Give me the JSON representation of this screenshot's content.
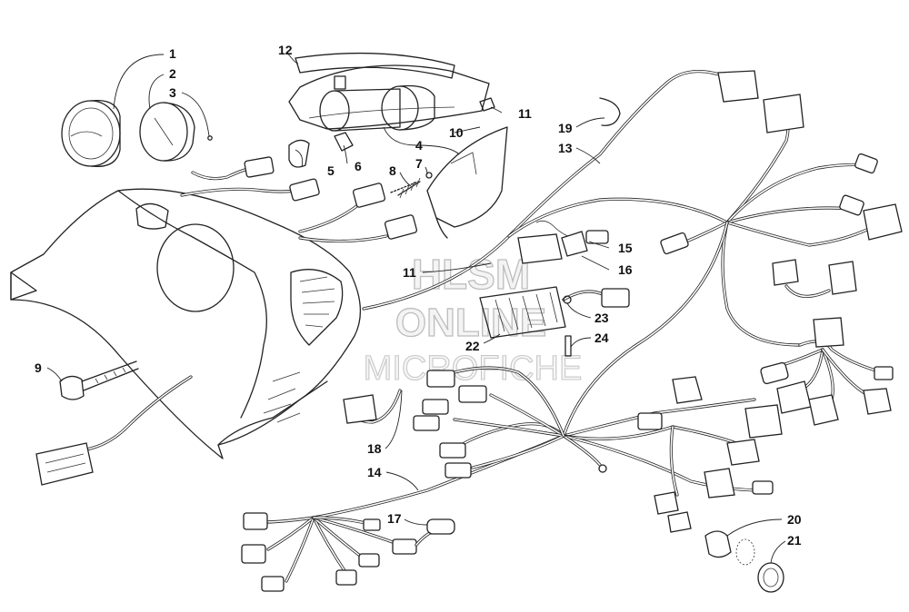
{
  "watermark": {
    "line1": "HLSM",
    "line2": "ONLINE",
    "line3": "MICROFICHE"
  },
  "callouts": [
    {
      "id": "c1",
      "label": "1"
    },
    {
      "id": "c2",
      "label": "2"
    },
    {
      "id": "c3",
      "label": "3"
    },
    {
      "id": "c4",
      "label": "4"
    },
    {
      "id": "c5",
      "label": "5"
    },
    {
      "id": "c6",
      "label": "6"
    },
    {
      "id": "c7",
      "label": "7"
    },
    {
      "id": "c8",
      "label": "8"
    },
    {
      "id": "c9",
      "label": "9"
    },
    {
      "id": "c10",
      "label": "10"
    },
    {
      "id": "c11a",
      "label": "11"
    },
    {
      "id": "c11b",
      "label": "11"
    },
    {
      "id": "c12",
      "label": "12"
    },
    {
      "id": "c13",
      "label": "13"
    },
    {
      "id": "c14",
      "label": "14"
    },
    {
      "id": "c15",
      "label": "15"
    },
    {
      "id": "c16",
      "label": "16"
    },
    {
      "id": "c17",
      "label": "17"
    },
    {
      "id": "c18",
      "label": "18"
    },
    {
      "id": "c19",
      "label": "19"
    },
    {
      "id": "c20",
      "label": "20"
    },
    {
      "id": "c21",
      "label": "21"
    },
    {
      "id": "c22",
      "label": "22"
    },
    {
      "id": "c23",
      "label": "23"
    },
    {
      "id": "c24",
      "label": "24"
    }
  ]
}
